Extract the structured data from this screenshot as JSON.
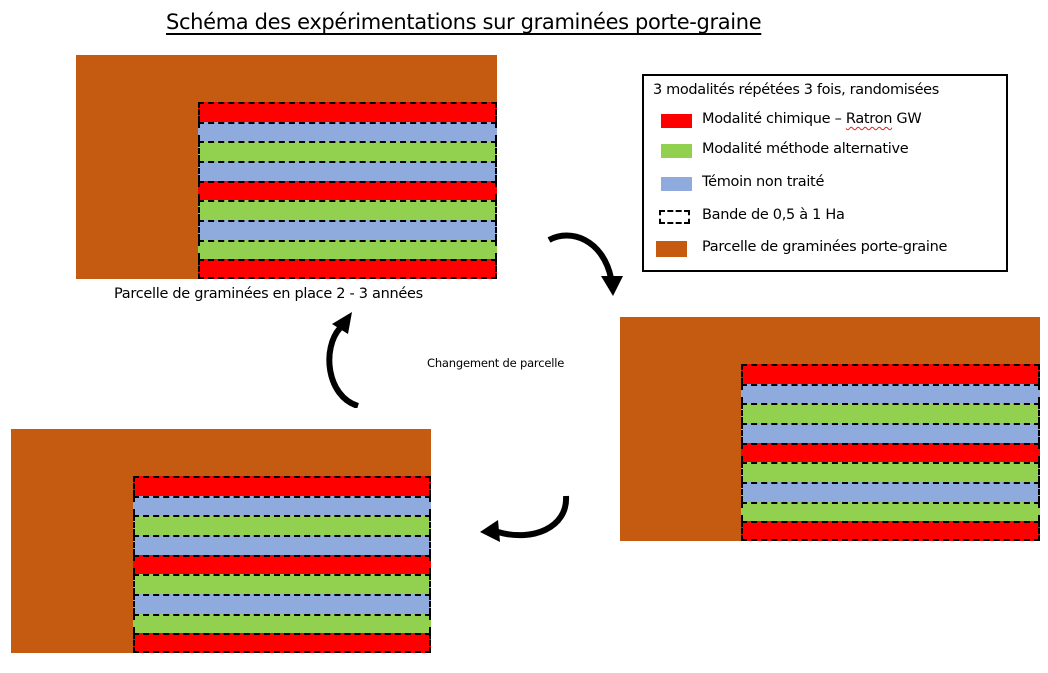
{
  "title": "Schéma des expérimentations sur graminées porte-graine",
  "colors": {
    "parcelle": "#c55a11",
    "chimique": "#ff0000",
    "alternative": "#92d050",
    "temoin": "#8faadc",
    "band_border": "#000000"
  },
  "legend": {
    "title": "3 modalités répétées 3 fois, randomisées",
    "items": [
      {
        "key": "chimique",
        "label_prefix": "Modalité chimique – ",
        "label_underlined": "Ratron",
        "label_suffix": " GW",
        "swatch": "red"
      },
      {
        "key": "alternative",
        "label": "Modalité méthode alternative",
        "swatch": "green"
      },
      {
        "key": "temoin",
        "label": "Témoin non traité",
        "swatch": "blue"
      },
      {
        "key": "bande",
        "label": "Bande de 0,5 à 1 Ha",
        "swatch": "dashed-outline"
      },
      {
        "key": "parcelle",
        "label": "Parcelle de graminées porte-graine",
        "swatch": "brown"
      }
    ]
  },
  "plots": [
    {
      "id": "plot-top",
      "position": "top-left",
      "strips": [
        "chimique",
        "temoin",
        "alternative",
        "temoin",
        "chimique",
        "alternative",
        "temoin",
        "alternative",
        "chimique"
      ]
    },
    {
      "id": "plot-right",
      "position": "middle-right",
      "strips": [
        "chimique",
        "temoin",
        "alternative",
        "temoin",
        "chimique",
        "alternative",
        "temoin",
        "alternative",
        "chimique"
      ]
    },
    {
      "id": "plot-bottom",
      "position": "bottom-left",
      "strips": [
        "chimique",
        "temoin",
        "alternative",
        "temoin",
        "chimique",
        "alternative",
        "temoin",
        "alternative",
        "chimique"
      ]
    }
  ],
  "captions": {
    "plot_top": "Parcelle de graminées en place 2 - 3 années",
    "cycle": "Changement de parcelle"
  },
  "arrows": [
    {
      "name": "arrow-top-to-right",
      "direction": "clockwise-down"
    },
    {
      "name": "arrow-right-to-bottom",
      "direction": "curving-left"
    },
    {
      "name": "arrow-bottom-to-top",
      "direction": "curving-up"
    }
  ]
}
